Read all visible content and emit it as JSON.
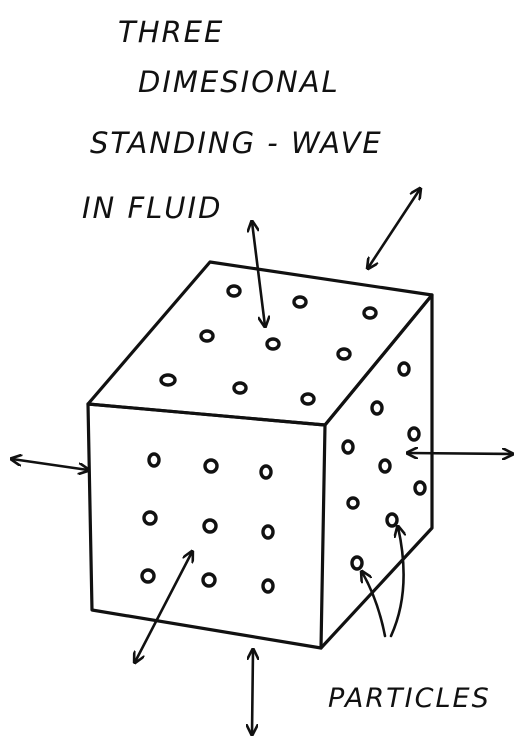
{
  "diagram": {
    "title_lines": [
      "THREE",
      "DIMESIONAL",
      "STANDING - WAVE",
      "IN FLUID"
    ],
    "label": "PARTICLES"
  }
}
